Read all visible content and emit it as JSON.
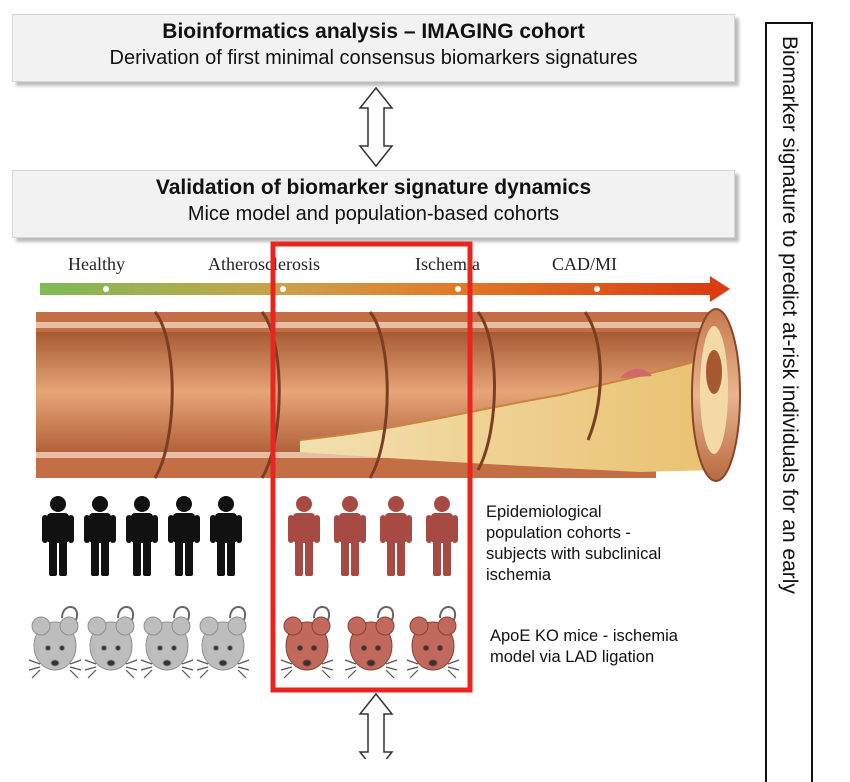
{
  "top_box": {
    "title": "Bioinformatics analysis – IMAGING cohort",
    "subtitle": "Derivation of first minimal consensus biomarkers signatures"
  },
  "middle_box": {
    "title": "Validation of biomarker signature dynamics",
    "subtitle": "Mice model and population-based cohorts"
  },
  "progression": {
    "stages": [
      "Healthy",
      "Atherosclerosis",
      "Ischemia",
      "CAD/MI"
    ],
    "gradient_colors": [
      "#7dbb55",
      "#e07d2a",
      "#d93d10"
    ]
  },
  "highlight": {
    "border_color": "#e8251f"
  },
  "human_note": [
    "Epidemiological",
    "population cohorts -",
    "subjects with subclinical",
    "ischemia"
  ],
  "mice_note": [
    "ApoE KO mice - ischemia",
    "model via LAD ligation"
  ],
  "side_label": "Biomarker signature to predict at-risk individuals for an early",
  "icon_colors": {
    "healthy_person": "#111111",
    "ischemic_person": "#a84a44",
    "healthy_mouse": "#bdbdbd",
    "ischemic_mouse": "#c0695c"
  }
}
